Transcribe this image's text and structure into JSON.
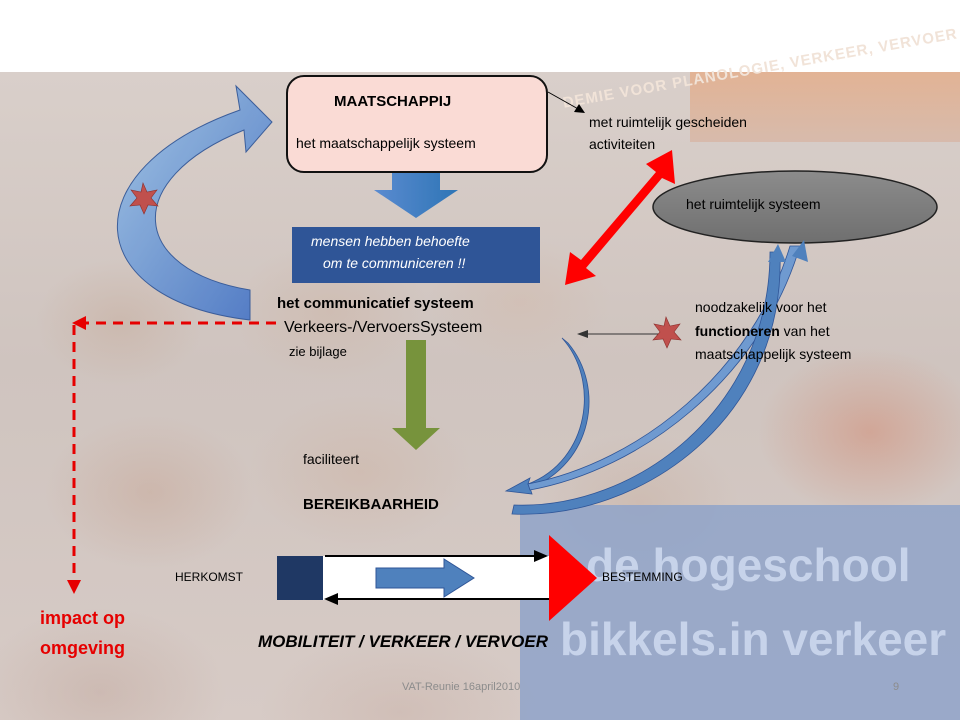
{
  "background": {
    "banner_line1": "de hogeschool",
    "banner_line2": "bikkels.in verkeer",
    "rotated_sign": "DEMIE VOOR PLANOLOGIE, VERKEER, VERVOER"
  },
  "maatschappij": {
    "title": "MAATSCHAPPIJ",
    "subtitle": "het maatschappelijk systeem"
  },
  "behoefte": {
    "line1": "mensen hebben behoefte",
    "line2": "om te communiceren !!"
  },
  "communicatief": {
    "title": "het communicatief systeem",
    "system": "Verkeers-/VervoersSysteem",
    "note": "zie bijlage"
  },
  "faciliteert": "faciliteert",
  "bereikbaarheid": "BEREIKBAARHEID",
  "ruimtelijk": {
    "activities_line1": "met ruimtelijk gescheiden",
    "activities_line2": "activiteiten",
    "system": "het ruimtelijk systeem"
  },
  "noodzakelijk": {
    "line1": "noodzakelijk voor het",
    "line2_bold": "functioneren",
    "line2_rest": " van het",
    "line3": "maatschappelijk systeem"
  },
  "impact": {
    "line1": "impact op",
    "line2": "omgeving"
  },
  "flow": {
    "origin": "HERKOMST",
    "destination": "BESTEMMING",
    "caption": "MOBILITEIT / VERKEER / VERVOER"
  },
  "footer": {
    "text": "VAT-Reunie 16april2010",
    "page": "9"
  },
  "colors": {
    "pink_box": "#fadbd5",
    "dark_blue_box": "#2f5597",
    "red_arrow": "#ff0000",
    "green_arrow": "#77933c",
    "blue_arrow": "#4f81bd",
    "ellipse": "#7f7f7f",
    "star": "#c0504d",
    "impact_red": "#e60000"
  }
}
